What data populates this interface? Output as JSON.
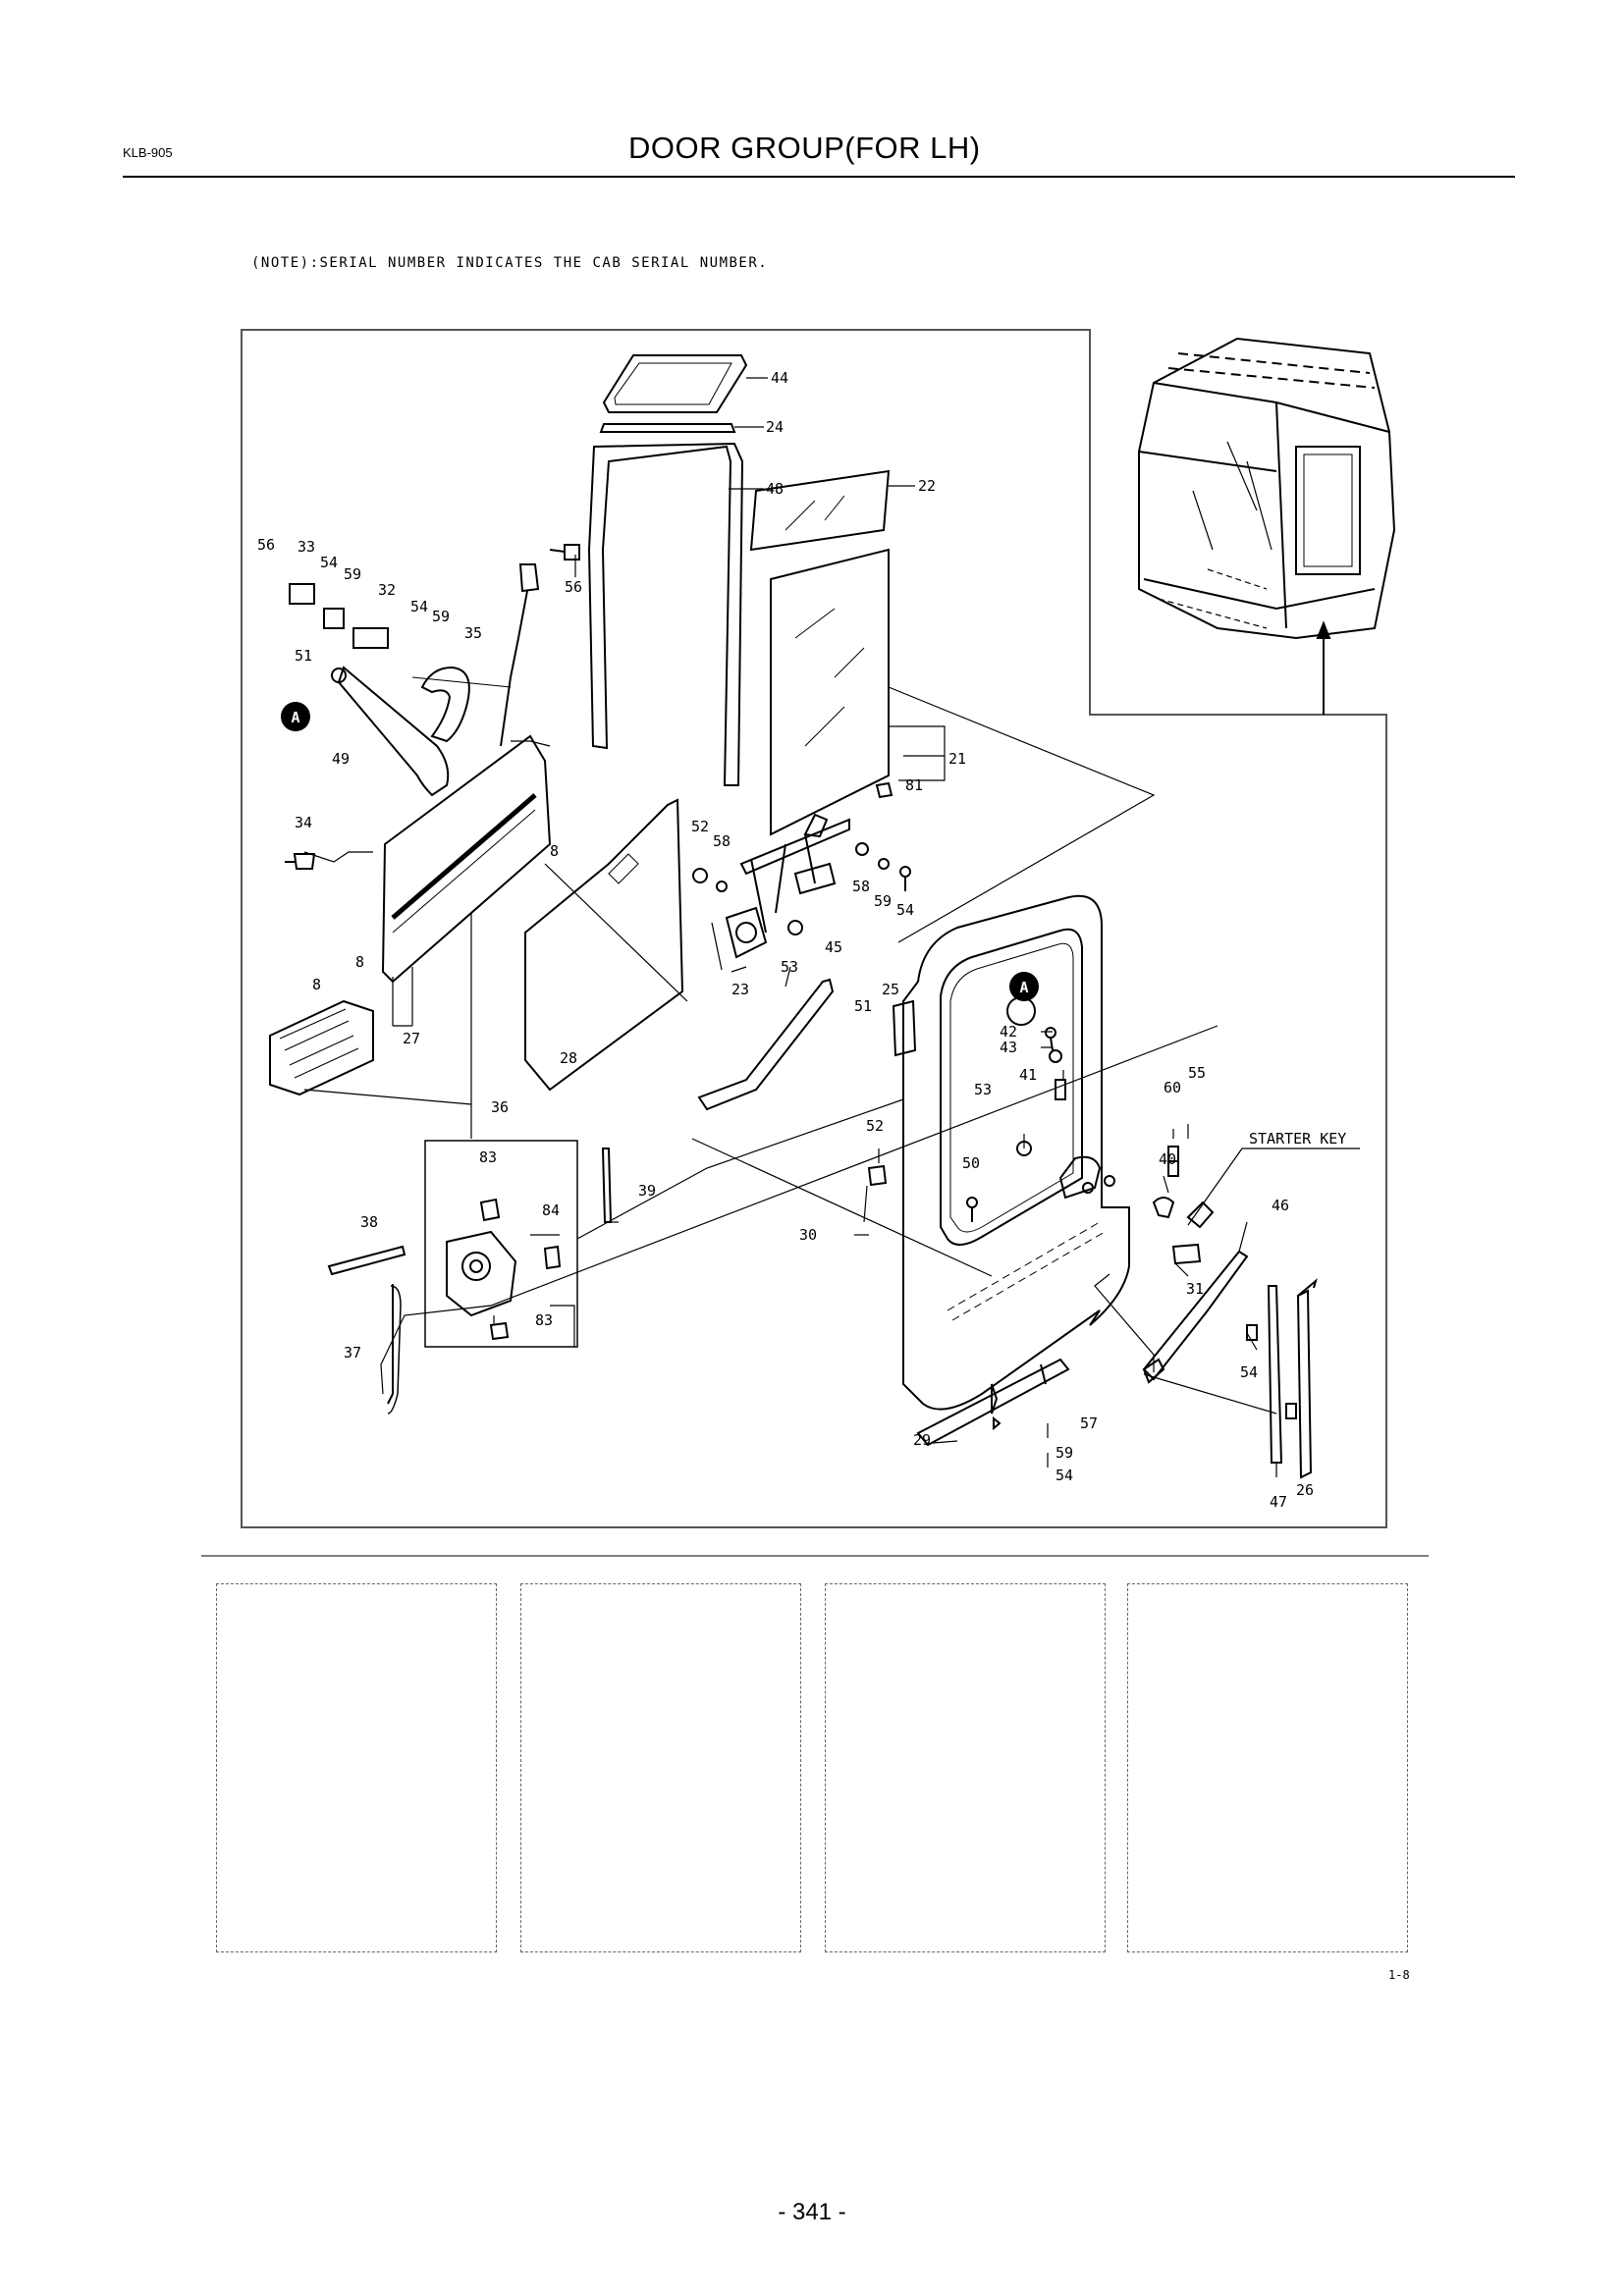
{
  "header": {
    "code": "KLB-905",
    "title": "DOOR GROUP(FOR LH)"
  },
  "note": "(NOTE):SERIAL NUMBER INDICATES THE CAB SERIAL NUMBER.",
  "diagram": {
    "callouts": {
      "p44": "44",
      "p24": "24",
      "p48": "48",
      "p22": "22",
      "p56a": "56",
      "p56b": "56",
      "p33": "33",
      "p54a": "54",
      "p59a": "59",
      "p32": "32",
      "p54b": "54",
      "p59b": "59",
      "p35": "35",
      "p51a": "51",
      "p49": "49",
      "p21": "21",
      "p81": "81",
      "p34": "34",
      "p8a": "8",
      "p52a": "52",
      "p58a": "58",
      "p58b": "58",
      "p59c": "59",
      "p54c": "54",
      "p8b": "8",
      "p8c": "8",
      "p27": "27",
      "p28": "28",
      "p23": "23",
      "p53a": "53",
      "p45": "45",
      "p25": "25",
      "p51b": "51",
      "p42": "42",
      "p43": "43",
      "p41": "41",
      "p53b": "53",
      "p55": "55",
      "p60": "60",
      "p36": "36",
      "p83a": "83",
      "p39": "39",
      "p84": "84",
      "p38": "38",
      "p52b": "52",
      "p50": "50",
      "p40": "40",
      "p46": "46",
      "p30": "30",
      "p31": "31",
      "p83b": "83",
      "p37": "37",
      "p54d": "54",
      "p57": "57",
      "p29": "29",
      "p59d": "59",
      "p54e": "54",
      "p26": "26",
      "p47": "47"
    },
    "reference_marker": "A",
    "starter_key_label": "STARTER KEY"
  },
  "sheet_ref": "1-8",
  "page_number": "- 341 -"
}
